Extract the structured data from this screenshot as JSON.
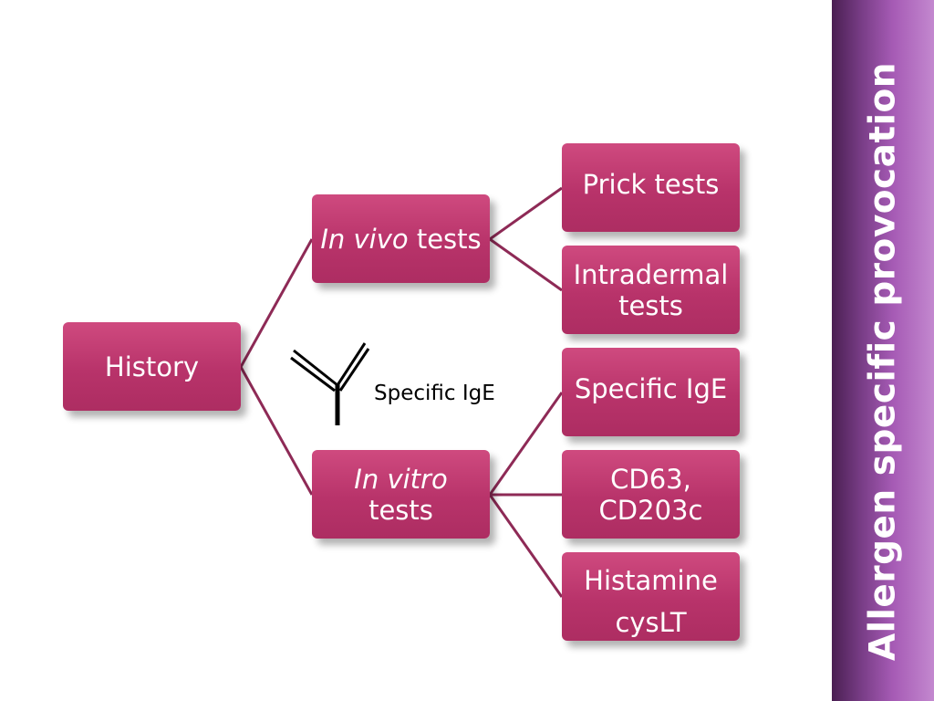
{
  "sidebar": {
    "title": "Allergen specific provocation"
  },
  "nodes": {
    "history": "History",
    "in_vivo": {
      "italic": "In vivo",
      "rest": " tests"
    },
    "in_vitro": {
      "italic": "In vitro",
      "rest": "tests"
    },
    "prick": "Prick tests",
    "intradermal": {
      "line1": "Intradermal",
      "line2": "tests"
    },
    "specific_ige": "Specific IgE",
    "cd63": {
      "line1": "CD63,",
      "line2": "CD203c"
    },
    "histamine": {
      "line1": "Histamine",
      "line2": "cysLT"
    }
  },
  "annotation": {
    "label": "Specific IgE",
    "icon": "antibody-y-icon"
  },
  "colors": {
    "node_fill": "#b8336a",
    "connector": "#8e2a56",
    "sidebar_dark": "#4a1f52",
    "sidebar_light": "#c388cf"
  }
}
